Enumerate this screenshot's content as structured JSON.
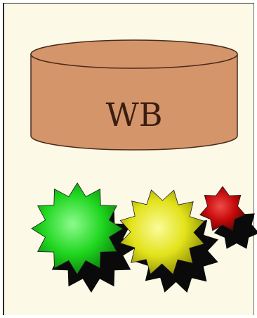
{
  "database": {
    "label": "WB",
    "fill_color": "#d4956b",
    "stroke_color": "#4a2a1a"
  },
  "gears": [
    {
      "name": "green-gear",
      "color": "#1fd61f"
    },
    {
      "name": "yellow-gear",
      "color": "#e2e21a"
    },
    {
      "name": "red-gear",
      "color": "#c50a0a"
    }
  ],
  "colors": {
    "panel_background": "#fcf9e6",
    "shadow": "#0a0a0a"
  }
}
